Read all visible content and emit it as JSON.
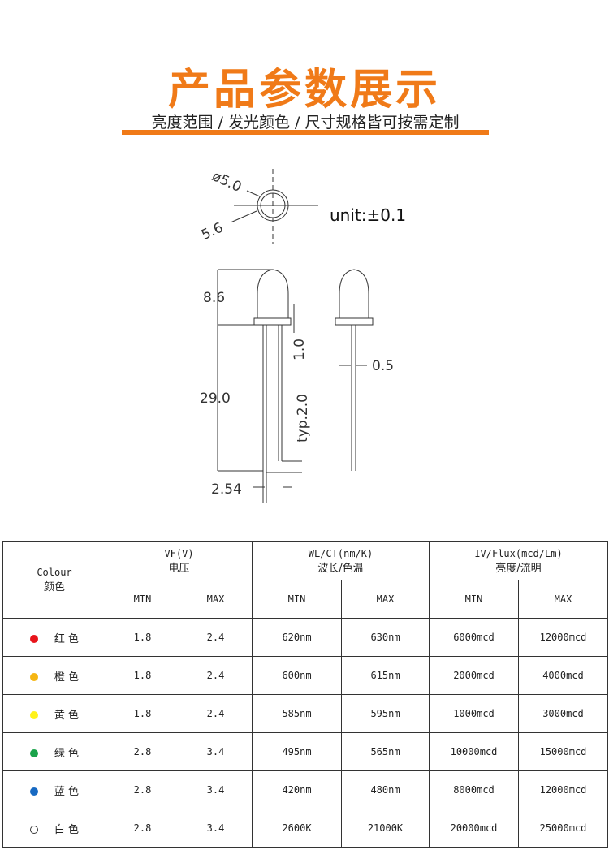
{
  "title": "产品参数展示",
  "subtitle": "亮度范围 / 发光颜色 / 尺寸规格皆可按需定制",
  "drawing": {
    "dia": "ø5.0",
    "flange": "5.6",
    "unit": "unit:±0.1",
    "height": "8.6",
    "lead": "29.0",
    "gap": "1.0",
    "typ": "typ.2.0",
    "pitch": "2.54",
    "wire": "0.5"
  },
  "table": {
    "colour_en": "Colour",
    "colour_cn": "颜色",
    "groups": [
      {
        "en": "VF(V)",
        "cn": "电压"
      },
      {
        "en": "WL/CT(nm/K)",
        "cn": "波长/色温"
      },
      {
        "en": "IV/Flux(mcd/Lm)",
        "cn": "亮度/流明"
      }
    ],
    "min": "MIN",
    "max": "MAX",
    "rows": [
      {
        "name": "红 色",
        "color": "#e8141b",
        "v": [
          "1.8",
          "2.4",
          "620nm",
          "630nm",
          "6000mcd",
          "12000mcd"
        ]
      },
      {
        "name": "橙 色",
        "color": "#f5b512",
        "v": [
          "1.8",
          "2.4",
          "600nm",
          "615nm",
          "2000mcd",
          "4000mcd"
        ]
      },
      {
        "name": "黄 色",
        "color": "#fff21a",
        "v": [
          "1.8",
          "2.4",
          "585nm",
          "595nm",
          "1000mcd",
          "3000mcd"
        ]
      },
      {
        "name": "绿 色",
        "color": "#1aa34a",
        "v": [
          "2.8",
          "3.4",
          "495nm",
          "565nm",
          "10000mcd",
          "15000mcd"
        ]
      },
      {
        "name": "蓝 色",
        "color": "#1769c2",
        "v": [
          "2.8",
          "3.4",
          "420nm",
          "480nm",
          "8000mcd",
          "12000mcd"
        ]
      },
      {
        "name": "白 色",
        "color": "#ffffff",
        "v": [
          "2.8",
          "3.4",
          "2600K",
          "21000K",
          "20000mcd",
          "25000mcd"
        ]
      }
    ]
  }
}
